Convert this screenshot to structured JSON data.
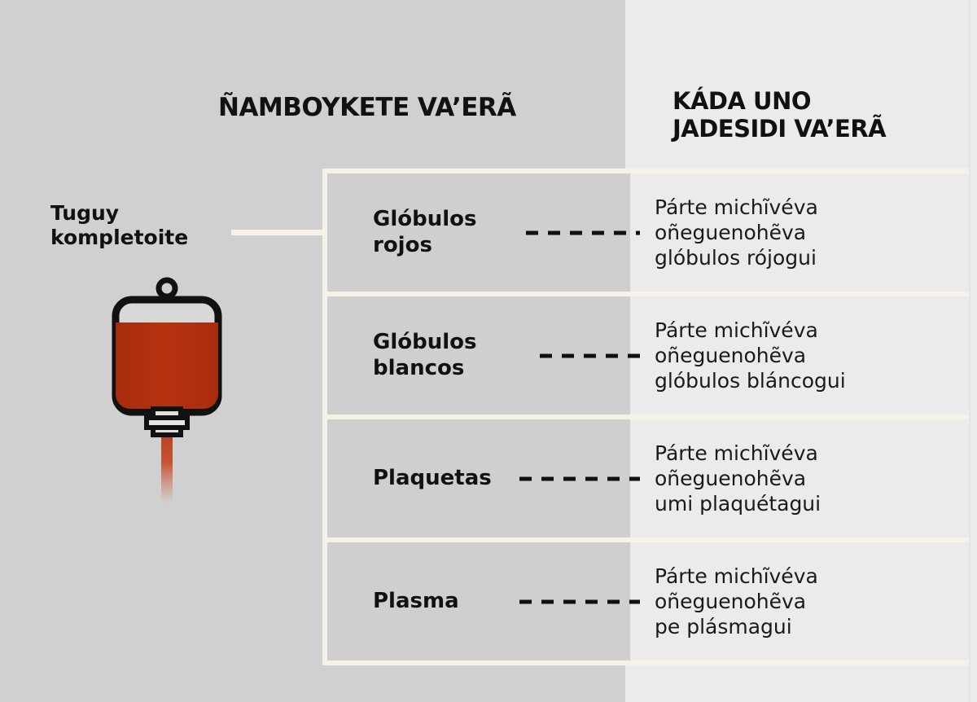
{
  "headers": {
    "left": "ÑAMBOYKETE VA’ERÃ",
    "right_line1": "KÁDA UNO",
    "right_line2": "JADESIDI VA’ERÃ"
  },
  "source": {
    "label_line1": "Tuguy",
    "label_line2": "kompletoite",
    "icon": "blood-bag-icon"
  },
  "colors": {
    "panel_left_bg": "#d0d0d0",
    "panel_right_bg": "#ebebeb",
    "rule_cream": "#f7f2e8",
    "blood_red": "#b23211",
    "outline_black": "#111111"
  },
  "rows": [
    {
      "name_line1": "Glóbulos",
      "name_line2": "rojos",
      "desc_line1": "Párte michĩvéva",
      "desc_line2": "oñeguenohẽva",
      "desc_line3": "glóbulos rójogui",
      "dash_width": 140
    },
    {
      "name_line1": "Glóbulos",
      "name_line2": "blancos",
      "desc_line1": "Párte michĩvéva",
      "desc_line2": "oñeguenohẽva",
      "desc_line3": "glóbulos bláncogui",
      "dash_width": 123
    },
    {
      "name_line1": "Plaquetas",
      "name_line2": "",
      "desc_line1": "Párte michĩvéva",
      "desc_line2": "oñeguenohẽva",
      "desc_line3": "umi plaquétagui",
      "dash_width": 148
    },
    {
      "name_line1": "Plasma",
      "name_line2": "",
      "desc_line1": "Párte michĩvéva",
      "desc_line2": "oñeguenohẽva",
      "desc_line3": "pe plásmagui",
      "dash_width": 148
    }
  ]
}
